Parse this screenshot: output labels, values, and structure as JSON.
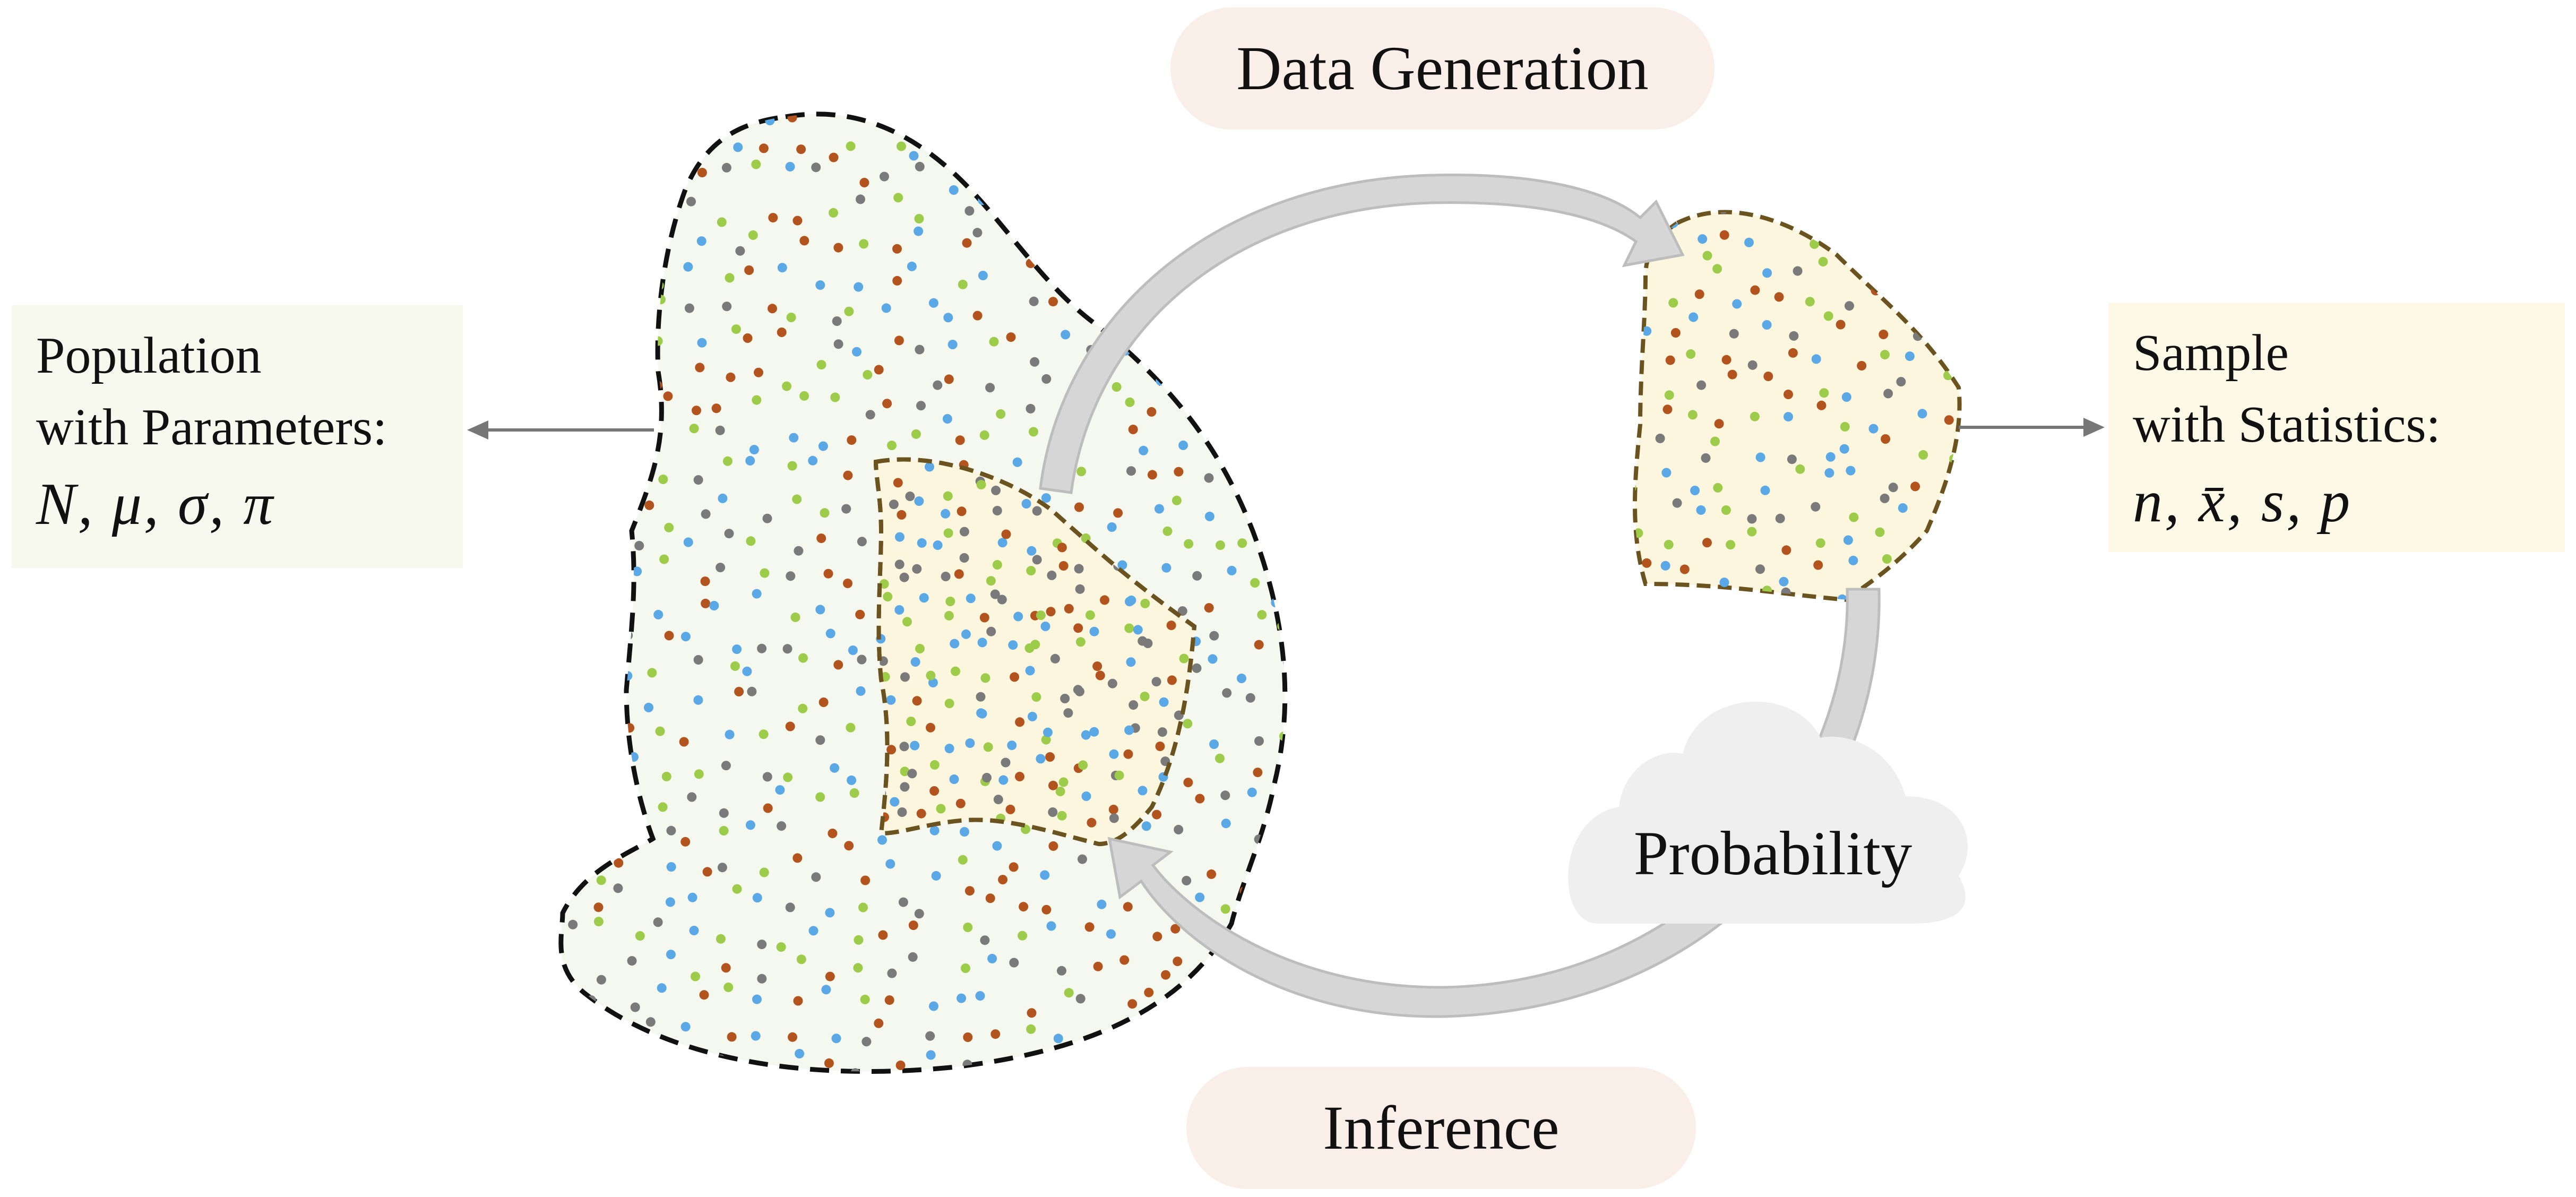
{
  "labels": {
    "data_generation": "Data Generation",
    "inference": "Inference",
    "probability": "Probability"
  },
  "population": {
    "line1": "Population",
    "line2": "with Parameters:",
    "params": "N, μ, σ, π"
  },
  "sample": {
    "line1": "Sample",
    "line2": "with Statistics:",
    "stats": "n, x̄, s, p"
  },
  "colors": {
    "pill_fill": "#f9efe8",
    "population_box_fill": "#f7f9ef",
    "sample_box_fill": "#fdf9e7",
    "population_blob_fill": "#f4f8ee",
    "sample_blob_fill": "#fdf6df",
    "population_outline": "#111111",
    "sample_outline": "#6b5320",
    "arrow_fill": "#d6d6d6",
    "arrow_stroke": "#bdbdbd",
    "cloud_fill": "#efefef",
    "pointer_arrow": "#777777",
    "dot_blue": "#5aa9e6",
    "dot_orange": "#b3541e",
    "dot_green": "#9ccc4a",
    "dot_gray": "#7a7a7a"
  }
}
